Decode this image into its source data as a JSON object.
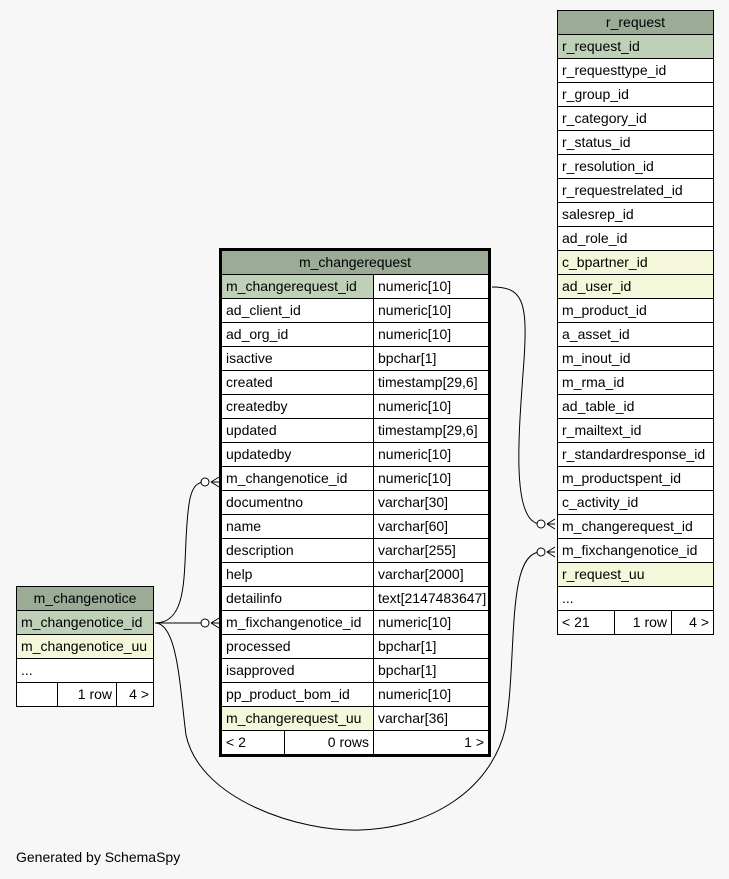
{
  "footer": "Generated by SchemaSpy",
  "m_changerequest": {
    "title": "m_changerequest",
    "columns": [
      {
        "name": "m_changerequest_id",
        "type": "numeric[10]"
      },
      {
        "name": "ad_client_id",
        "type": "numeric[10]"
      },
      {
        "name": "ad_org_id",
        "type": "numeric[10]"
      },
      {
        "name": "isactive",
        "type": "bpchar[1]"
      },
      {
        "name": "created",
        "type": "timestamp[29,6]"
      },
      {
        "name": "createdby",
        "type": "numeric[10]"
      },
      {
        "name": "updated",
        "type": "timestamp[29,6]"
      },
      {
        "name": "updatedby",
        "type": "numeric[10]"
      },
      {
        "name": "m_changenotice_id",
        "type": "numeric[10]"
      },
      {
        "name": "documentno",
        "type": "varchar[30]"
      },
      {
        "name": "name",
        "type": "varchar[60]"
      },
      {
        "name": "description",
        "type": "varchar[255]"
      },
      {
        "name": "help",
        "type": "varchar[2000]"
      },
      {
        "name": "detailinfo",
        "type": "text[2147483647]"
      },
      {
        "name": "m_fixchangenotice_id",
        "type": "numeric[10]"
      },
      {
        "name": "processed",
        "type": "bpchar[1]"
      },
      {
        "name": "isapproved",
        "type": "bpchar[1]"
      },
      {
        "name": "pp_product_bom_id",
        "type": "numeric[10]"
      },
      {
        "name": "m_changerequest_uu",
        "type": "varchar[36]"
      }
    ],
    "footer": {
      "parents": "< 2",
      "rows": "0 rows",
      "children": "1 >"
    }
  },
  "m_changenotice": {
    "title": "m_changenotice",
    "columns": [
      "m_changenotice_id",
      "m_changenotice_uu",
      "..."
    ],
    "footer": {
      "parents": "",
      "rows": "1 row",
      "children": "4 >"
    }
  },
  "r_request": {
    "title": "r_request",
    "columns": [
      "r_request_id",
      "r_requesttype_id",
      "r_group_id",
      "r_category_id",
      "r_status_id",
      "r_resolution_id",
      "r_requestrelated_id",
      "salesrep_id",
      "ad_role_id",
      "c_bpartner_id",
      "ad_user_id",
      "m_product_id",
      "a_asset_id",
      "m_inout_id",
      "m_rma_id",
      "ad_table_id",
      "r_mailtext_id",
      "r_standardresponse_id",
      "m_productspent_id",
      "c_activity_id",
      "m_changerequest_id",
      "m_fixchangenotice_id",
      "r_request_uu",
      "..."
    ],
    "footer": {
      "parents": "< 21",
      "rows": "1 row",
      "children": "4 >"
    }
  }
}
